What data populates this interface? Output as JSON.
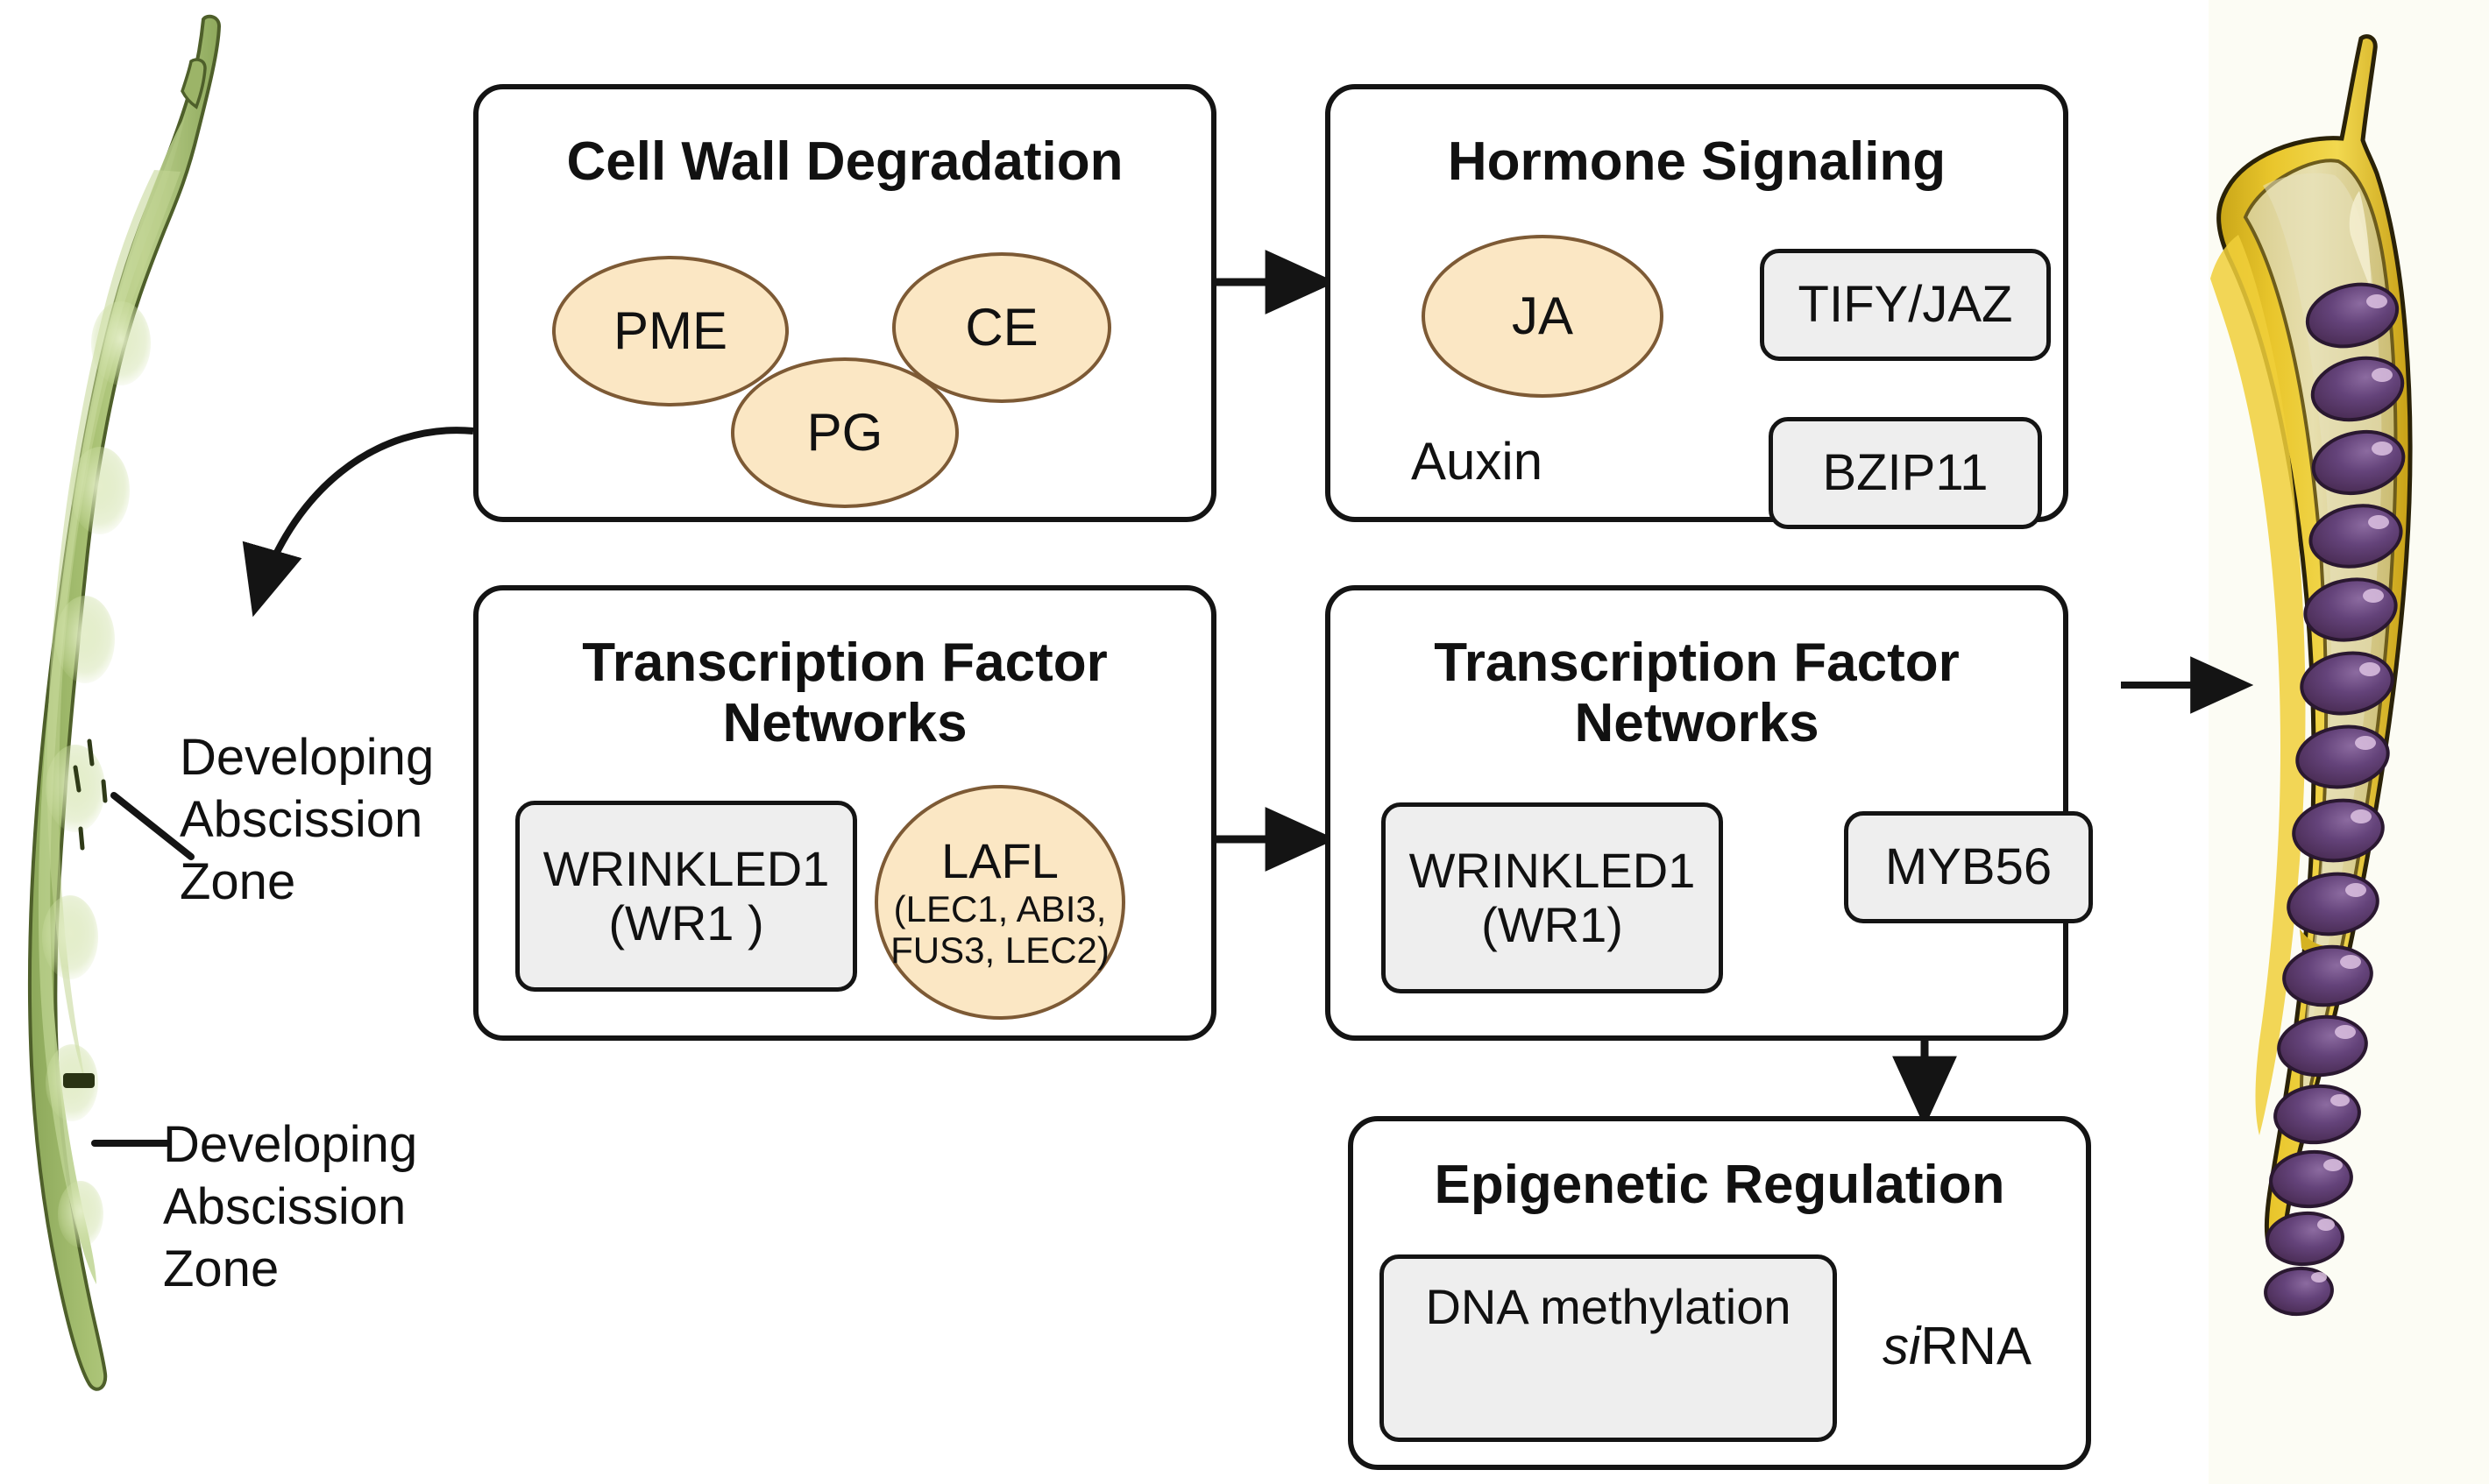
{
  "figure": {
    "background_color": "#ffffff",
    "right_panel_color": "#fcfcf4",
    "accent_oval_fill": "#fbe7c4",
    "accent_oval_stroke": "#7d5a35",
    "pill_fill": "#eeeeee",
    "stroke_color": "#141414",
    "green_pod_color": "#9db96a",
    "yellow_pod_color": "#e8c229",
    "seed_color": "#5b3a6e",
    "dna_helix_color": "#a8bcd0"
  },
  "left_annotations": [
    {
      "line1": "Developing",
      "line2": "Abscission",
      "line3": "Zone",
      "leader": "diagonal"
    },
    {
      "line1": "Developing",
      "line2": "Abscission",
      "line3": "Zone",
      "leader": "horizontal"
    }
  ],
  "panels": [
    {
      "id": "cell-wall-degradation",
      "title": "Cell Wall Degradation",
      "ovals": [
        {
          "label": "PME"
        },
        {
          "label": "CE"
        },
        {
          "label": "PG"
        }
      ],
      "pills": [],
      "plain": []
    },
    {
      "id": "hormone-signaling",
      "title": "Hormone Signaling",
      "ovals": [
        {
          "label": "JA"
        }
      ],
      "pills": [
        {
          "label": "TIFY/JAZ"
        },
        {
          "label": "BZIP11"
        }
      ],
      "plain": [
        {
          "label": "Auxin"
        }
      ]
    },
    {
      "id": "transcription-factor-networks-left",
      "title": "Transcription Factor Networks",
      "title_line1": "Transcription Factor",
      "title_line2": "Networks",
      "ovals": [
        {
          "label": "LAFL",
          "sub1": "(LEC1, ABI3,",
          "sub2": "FUS3, LEC2)"
        }
      ],
      "pills": [
        {
          "line1": "WRINKLED1",
          "line2": "(WR1 )"
        }
      ],
      "plain": []
    },
    {
      "id": "transcription-factor-networks-right",
      "title": "Transcription Factor Networks",
      "title_line1": "Transcription Factor",
      "title_line2": "Networks",
      "ovals": [],
      "pills": [
        {
          "line1": "WRINKLED1",
          "line2": "(WR1)"
        },
        {
          "label": "MYB56"
        }
      ],
      "plain": []
    },
    {
      "id": "epigenetic-regulation",
      "title": "Epigenetic Regulation",
      "ovals": [],
      "pills": [
        {
          "label": "DNA methylation",
          "icon": "dna-helix-icon"
        }
      ],
      "plain": [
        {
          "italic_prefix": "si",
          "label": "RNA"
        }
      ]
    }
  ],
  "connectors": [
    {
      "from": "cell-wall-degradation",
      "to": "green-pod",
      "type": "curved-arrow"
    },
    {
      "from": "cell-wall-degradation",
      "to": "hormone-signaling",
      "type": "arrow-right"
    },
    {
      "from": "hormone-signaling.JA",
      "to": "hormone-signaling.TIFY/JAZ",
      "type": "arrow-right"
    },
    {
      "from": "hormone-signaling.TIFY/JAZ",
      "to": "hormone-signaling.BZIP11",
      "type": "arrow-down"
    },
    {
      "from": "transcription-factor-networks-left",
      "to": "transcription-factor-networks-right",
      "type": "arrow-right"
    },
    {
      "from": "transcription-factor-networks-right.MYB56",
      "to": "transcription-factor-networks-right.WRINKLED1",
      "type": "arrow-left"
    },
    {
      "from": "transcription-factor-networks-right.MYB56",
      "to": "epigenetic-regulation",
      "type": "arrow-down"
    },
    {
      "from": "transcription-factor-networks-right",
      "to": "mature-pod",
      "type": "arrow-right"
    }
  ],
  "illustrations": {
    "green_pod": {
      "name": "immature-green-pod",
      "seed_bumps": 7
    },
    "mature_pod": {
      "name": "mature-yellow-pod-with-seeds",
      "seed_count": 15
    }
  }
}
